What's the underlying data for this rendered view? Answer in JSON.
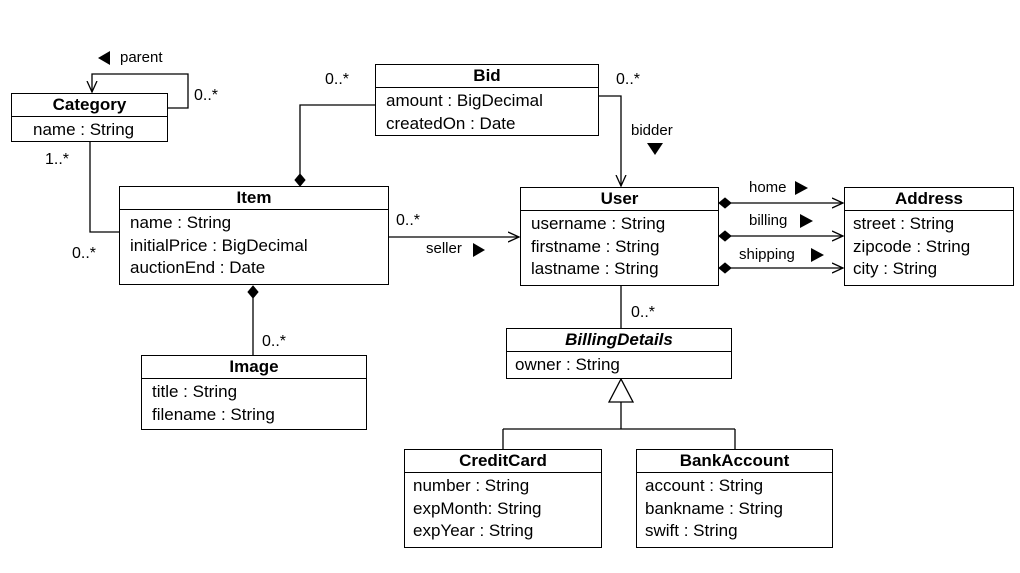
{
  "classes": {
    "category": {
      "name": "Category",
      "attrs": [
        "name : String"
      ]
    },
    "bid": {
      "name": "Bid",
      "attrs": [
        "amount : BigDecimal",
        "createdOn : Date"
      ]
    },
    "item": {
      "name": "Item",
      "attrs": [
        "name : String",
        "initialPrice : BigDecimal",
        "auctionEnd : Date"
      ]
    },
    "user": {
      "name": "User",
      "attrs": [
        "username : String",
        "firstname : String",
        "lastname : String"
      ]
    },
    "address": {
      "name": "Address",
      "attrs": [
        "street : String",
        "zipcode : String",
        "city : String"
      ]
    },
    "image": {
      "name": "Image",
      "attrs": [
        "title : String",
        "filename : String"
      ]
    },
    "billing_details": {
      "name": "BillingDetails",
      "attrs": [
        "owner : String"
      ]
    },
    "credit_card": {
      "name": "CreditCard",
      "attrs": [
        "number : String",
        "expMonth: String",
        "expYear : String"
      ]
    },
    "bank_account": {
      "name": "BankAccount",
      "attrs": [
        "account : String",
        "bankname : String",
        "swift : String"
      ]
    }
  },
  "associations": {
    "parent": {
      "label": "parent",
      "multiplicity": "0..*"
    },
    "category_item": {
      "category_end": "1..*",
      "item_end": "0..*"
    },
    "item_bid": {
      "bid_end": "0..*"
    },
    "bid_user": {
      "label": "bidder",
      "bid_end": "0..*"
    },
    "item_user": {
      "label": "seller",
      "multiplicity": "0..*"
    },
    "item_image": {
      "multiplicity": "0..*"
    },
    "user_billing": {
      "multiplicity": "0..*"
    },
    "user_address": {
      "home": "home",
      "billing": "billing",
      "shipping": "shipping"
    }
  }
}
